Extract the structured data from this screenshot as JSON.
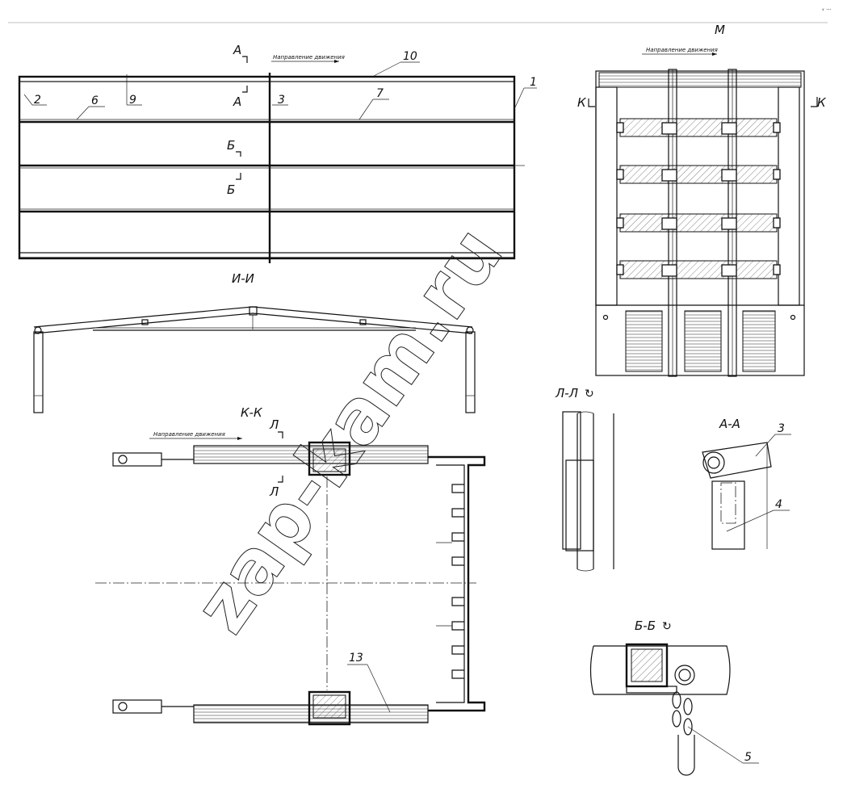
{
  "corner_mark": "‹ ···",
  "views": {
    "plan": {
      "direction_label": "Направление движения",
      "section_a": "А",
      "section_b": "Б",
      "callouts": [
        "1",
        "2",
        "3",
        "6",
        "7",
        "9",
        "10"
      ]
    },
    "section_ii": {
      "title": "И-И"
    },
    "section_kk": {
      "title": "К-К",
      "direction_label": "Направление движения",
      "section_l": "Л",
      "callout": "13"
    },
    "view_m": {
      "title": "М",
      "direction_label": "Направление движения",
      "section_k": "К"
    },
    "section_ll": {
      "title": "Л-Л",
      "rotate_mark": "↻"
    },
    "section_aa": {
      "title": "А-А",
      "callouts": [
        "3",
        "4"
      ]
    },
    "section_bb": {
      "title": "Б-Б",
      "rotate_mark": "↻",
      "callout": "5"
    }
  },
  "watermark": "zap-kam.ru"
}
